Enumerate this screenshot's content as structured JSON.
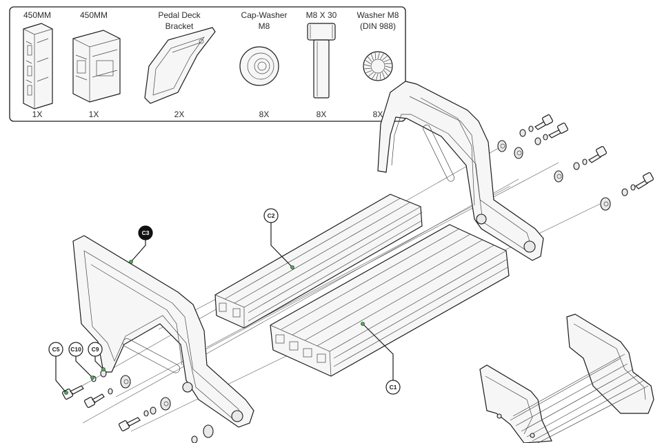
{
  "parts_list": [
    {
      "id": "p1",
      "name": "450MM",
      "qty": "1X"
    },
    {
      "id": "p2",
      "name": "450MM",
      "qty": "1X"
    },
    {
      "id": "p3",
      "name": "Pedal Deck",
      "name2": "Bracket",
      "qty": "2X"
    },
    {
      "id": "p4",
      "name": "Cap-Washer",
      "name2": "M8",
      "qty": "8X"
    },
    {
      "id": "p5",
      "name": "M8 X 30",
      "qty": "8X"
    },
    {
      "id": "p6",
      "name": "Washer M8",
      "name2": "(DIN 988)",
      "qty": "8X"
    }
  ],
  "callouts": {
    "c1": "C1",
    "c2": "C2",
    "c3": "C3",
    "c5": "C5",
    "c9": "C9",
    "c10": "C10"
  },
  "colors": {
    "line": "#1a1a1a",
    "callout_dot": "#4caf50",
    "highlight_callout": "#111111"
  }
}
